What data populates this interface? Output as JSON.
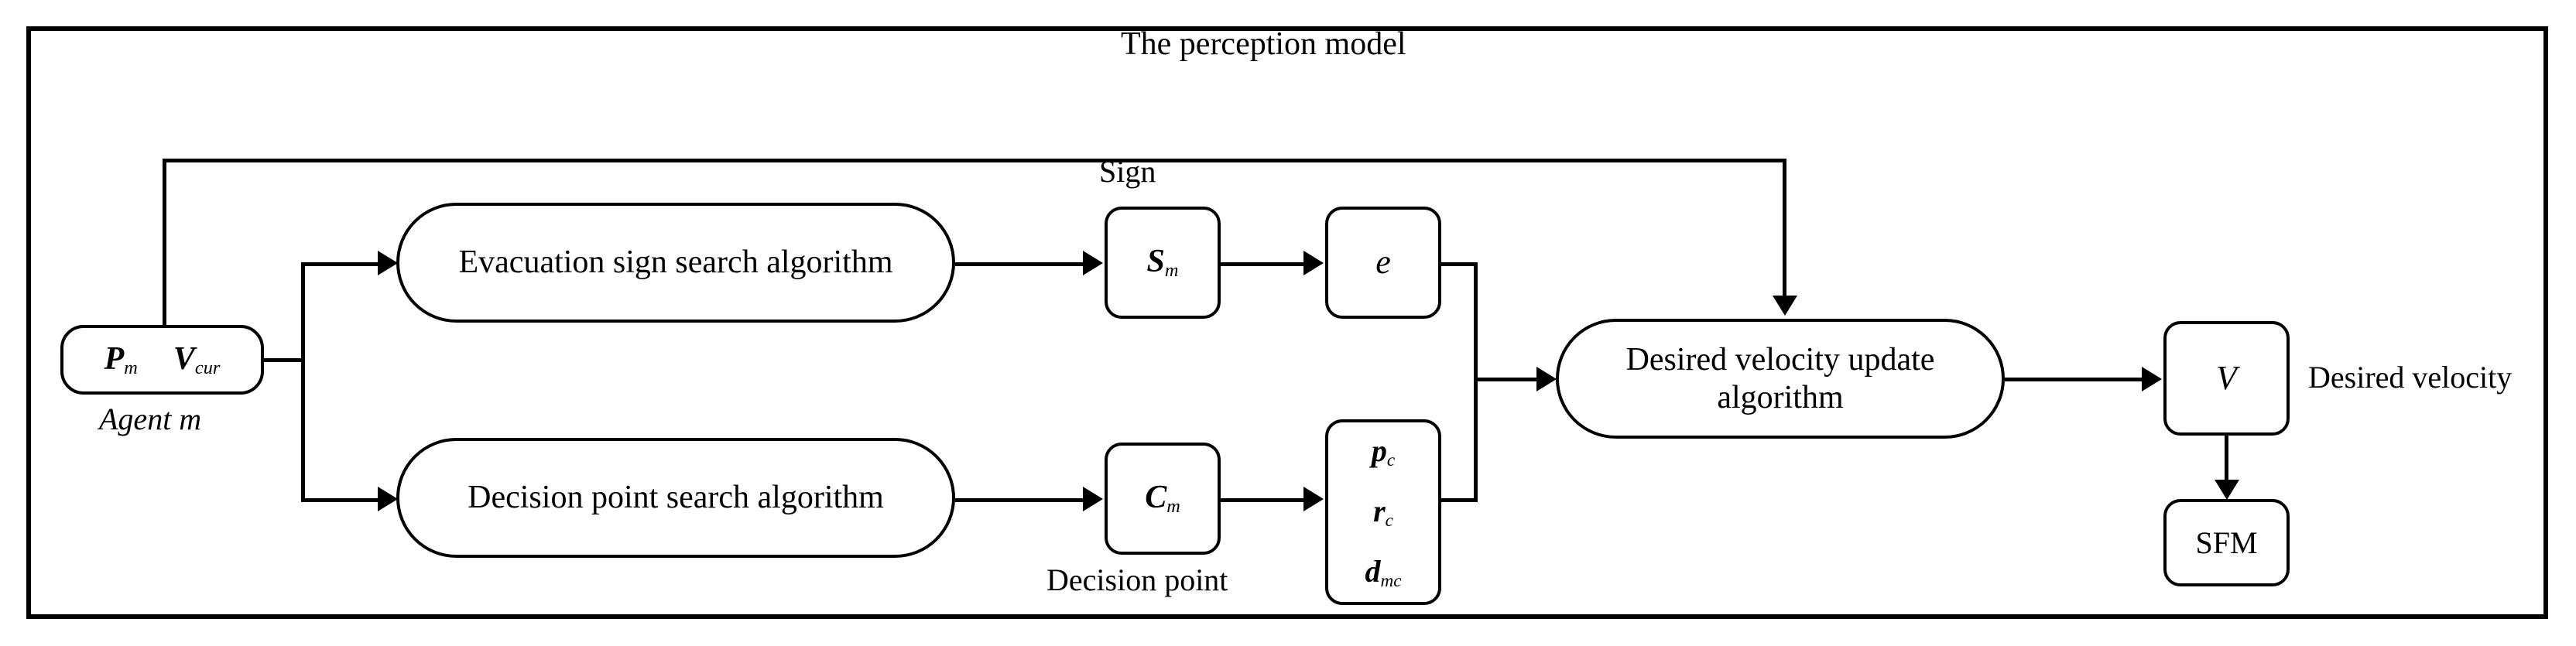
{
  "diagram": {
    "title": "The perception model",
    "frame": {
      "border_color": "#000000",
      "background": "#ffffff"
    },
    "nodes": {
      "agent": {
        "label_p": "P",
        "label_p_sub": "m",
        "label_v": "V",
        "label_v_sub": "cur",
        "caption": "Agent m"
      },
      "sign_search": {
        "label": "Evacuation sign search algorithm"
      },
      "decision_search": {
        "label": "Decision point search algorithm"
      },
      "sign_var": {
        "label": "S",
        "sub": "m",
        "caption_above": "Sign"
      },
      "e_var": {
        "label": "e"
      },
      "cm_var": {
        "label": "C",
        "sub": "m",
        "caption_below": "Decision point"
      },
      "point_attrs": {
        "row1": "p",
        "row1_sub": "c",
        "row2": "r",
        "row2_sub": "c",
        "row3": "d",
        "row3_sub": "mc"
      },
      "velocity_update": {
        "label": "Desired velocity update algorithm"
      },
      "v_out": {
        "label": "V",
        "caption_right": "Desired velocity"
      },
      "sfm": {
        "label": "SFM"
      }
    },
    "edges": [
      {
        "from": "agent",
        "to": "sign_search",
        "kind": "branch-up"
      },
      {
        "from": "agent",
        "to": "decision_search",
        "kind": "branch-down"
      },
      {
        "from": "sign_search",
        "to": "sign_var",
        "kind": "straight"
      },
      {
        "from": "sign_var",
        "to": "e_var",
        "kind": "straight"
      },
      {
        "from": "decision_search",
        "to": "cm_var",
        "kind": "straight"
      },
      {
        "from": "cm_var",
        "to": "point_attrs",
        "kind": "straight"
      },
      {
        "from": "e_var",
        "to": "velocity_update",
        "kind": "merge"
      },
      {
        "from": "point_attrs",
        "to": "velocity_update",
        "kind": "merge"
      },
      {
        "from": "agent",
        "to": "velocity_update",
        "kind": "feedback-top"
      },
      {
        "from": "velocity_update",
        "to": "v_out",
        "kind": "straight"
      },
      {
        "from": "v_out",
        "to": "sfm",
        "kind": "down"
      }
    ]
  }
}
